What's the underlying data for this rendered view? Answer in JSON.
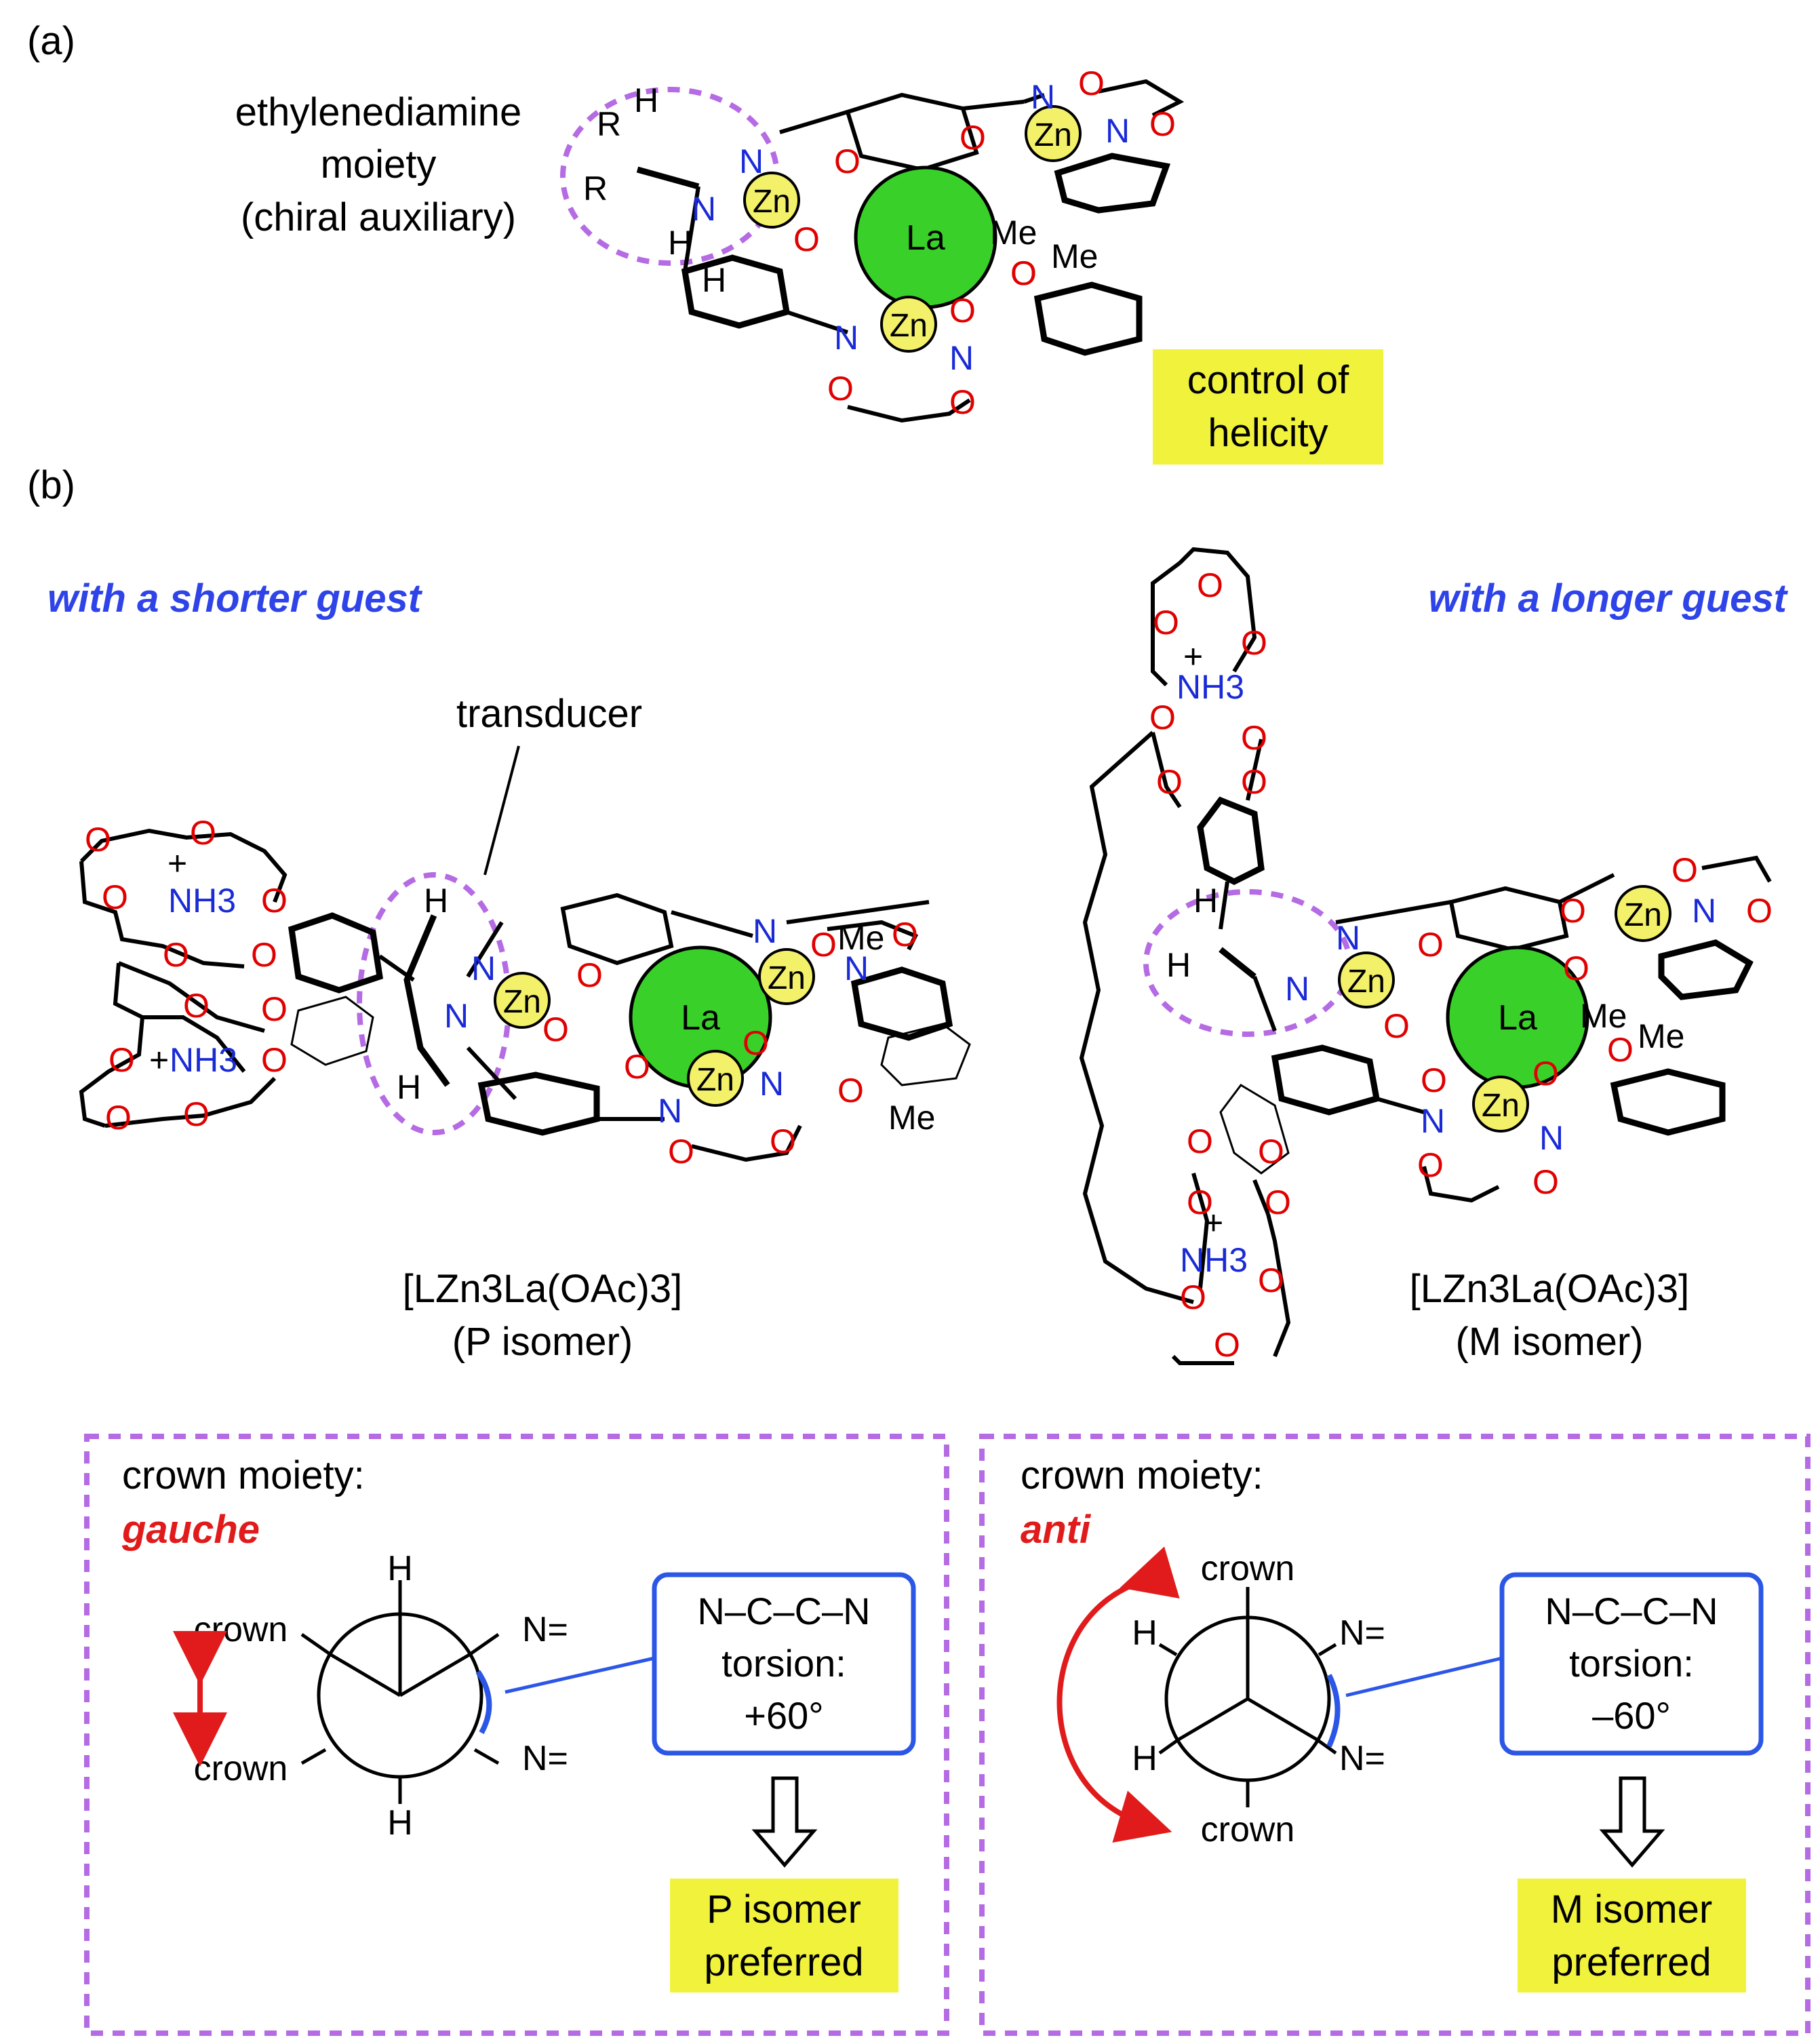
{
  "panel_a": {
    "label": "(a)",
    "moiety_line1": "ethylenediamine",
    "moiety_line2": "moiety",
    "moiety_line3": "(chiral auxiliary)",
    "helicity_line1": "control of",
    "helicity_line2": "helicity",
    "metal_La": "La",
    "metal_Zn": "Zn",
    "atom_N": "N",
    "atom_O": "O",
    "atom_H": "H",
    "atom_R": "R",
    "group_Me": "Me"
  },
  "panel_b": {
    "label": "(b)",
    "shorter_guest": "with a shorter guest",
    "longer_guest": "with a longer guest",
    "transducer": "transducer",
    "ammonium": "NH3",
    "plus": "+",
    "formula_left": "[LZn3La(OAc)3]",
    "isomer_left": "(P isomer)",
    "formula_right": "[LZn3La(OAc)3]",
    "isomer_right": "(M isomer)"
  },
  "box_left": {
    "title": "crown moiety:",
    "conformation": "gauche",
    "crown": "crown",
    "H": "H",
    "N_eq": "N=",
    "torsion_line1": "N–C–C–N",
    "torsion_line2": "torsion:",
    "torsion_value": "+60°",
    "result_line1": "P isomer",
    "result_line2": "preferred"
  },
  "box_right": {
    "title": "crown moiety:",
    "conformation": "anti",
    "crown": "crown",
    "H": "H",
    "N_eq": "N=",
    "torsion_line1": "N–C–C–N",
    "torsion_line2": "torsion:",
    "torsion_value": "–60°",
    "result_line1": "M isomer",
    "result_line2": "preferred"
  },
  "colors": {
    "la_green": "#39d129",
    "zn_yellow": "#f3f06a",
    "highlight_yellow": "#f1f23c",
    "dash_purple": "#b56be3",
    "guest_blue": "#2e43e8",
    "red_text": "#e11b1b",
    "oxygen_red": "#e00000",
    "nitrogen_blue": "#1a2bd6",
    "torsion_blue": "#2b56e6"
  }
}
